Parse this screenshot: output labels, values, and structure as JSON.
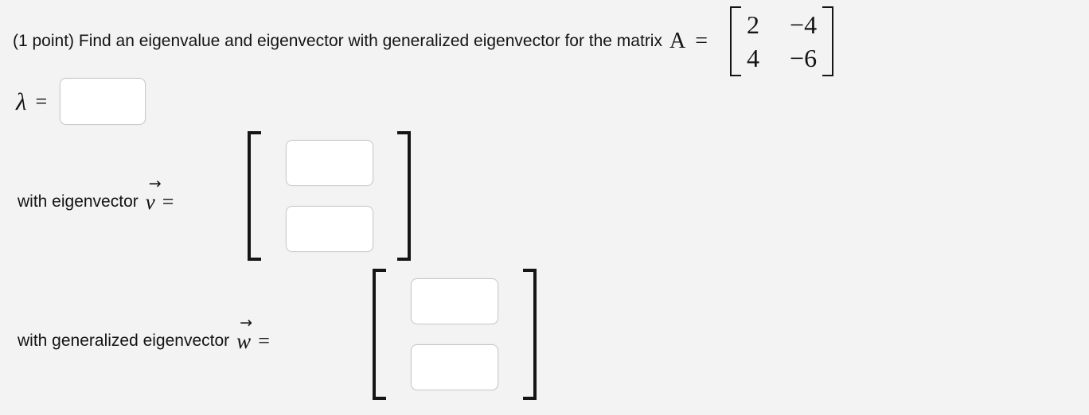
{
  "colors": {
    "background": "#f3f3f4",
    "text": "#141414",
    "input_border": "#c8c8c8",
    "input_background": "#ffffff",
    "bracket": "#151515"
  },
  "problem": {
    "intro_text": "(1 point) Find an eigenvalue and eigenvector with generalized eigenvector for the matrix",
    "matrix_symbol": "A",
    "equals_sign": "=",
    "matrix": [
      [
        "2",
        "−4"
      ],
      [
        "4",
        "−6"
      ]
    ]
  },
  "lambda_row": {
    "symbol": "λ",
    "equals_sign": "=",
    "value": "",
    "placeholder": ""
  },
  "eigenvector_row": {
    "label": "with eigenvector",
    "vector_symbol": "v",
    "arrow": "→",
    "equals_sign": "=",
    "values": [
      "",
      ""
    ]
  },
  "generalized_row": {
    "label": "with generalized eigenvector",
    "vector_symbol": "w",
    "arrow": "→",
    "equals_sign": "=",
    "values": [
      "",
      ""
    ]
  }
}
